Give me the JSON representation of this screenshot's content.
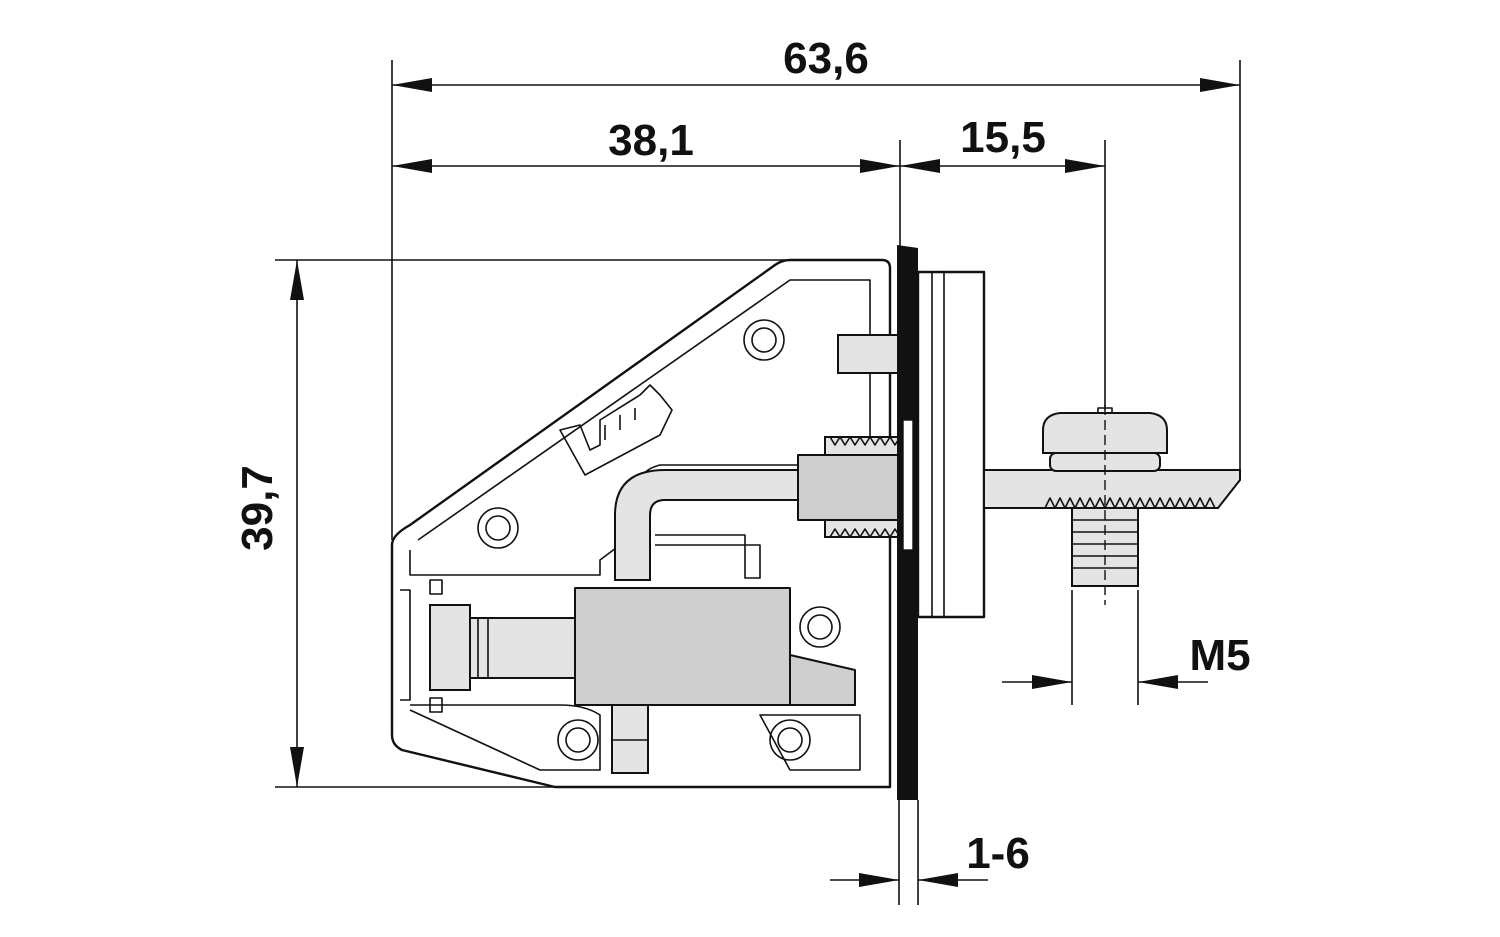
{
  "drawing": {
    "colors": {
      "line": "#111111",
      "part_fill": "#cfcfcf",
      "background": "#ffffff"
    },
    "dimensions": {
      "overall_width": "63,6",
      "body_width": "38,1",
      "screw_offset": "15,5",
      "height": "39,7",
      "thread": "M5",
      "panel_thickness": "1-6"
    }
  }
}
